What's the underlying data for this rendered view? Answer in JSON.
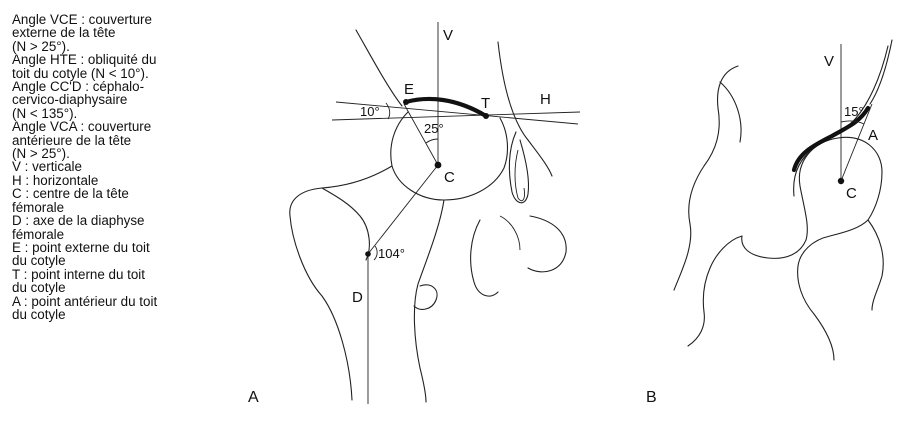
{
  "legend": [
    "Angle VCE : couverture",
    "externe de la tête",
    "(N > 25°).",
    "Angle HTE : obliquité du",
    "toit du cotyle (N < 10°).",
    "Angle CC'D : céphalo-",
    "cervico-diaphysaire",
    "(N < 135°).",
    "Angle VCA : couverture",
    "antérieure de la tête",
    "(N > 25°).",
    "V : verticale",
    "H : horizontale",
    "C : centre de la tête",
    "fémorale",
    "D : axe de la diaphyse",
    "fémorale",
    "E : point externe du toit",
    "du cotyle",
    "T : point interne du toit",
    "du cotyle",
    "A : point antérieur du toit",
    "du cotyle"
  ],
  "figureA": {
    "panel_label": "A",
    "labels": {
      "V": "V",
      "E": "E",
      "T": "T",
      "H": "H",
      "C": "C",
      "D": "D"
    },
    "angles": {
      "hte": "10°",
      "vce": "25°",
      "ccd": "104°"
    }
  },
  "figureB": {
    "panel_label": "B",
    "labels": {
      "V": "V",
      "A": "A",
      "C": "C"
    },
    "angles": {
      "vca": "15°"
    }
  }
}
